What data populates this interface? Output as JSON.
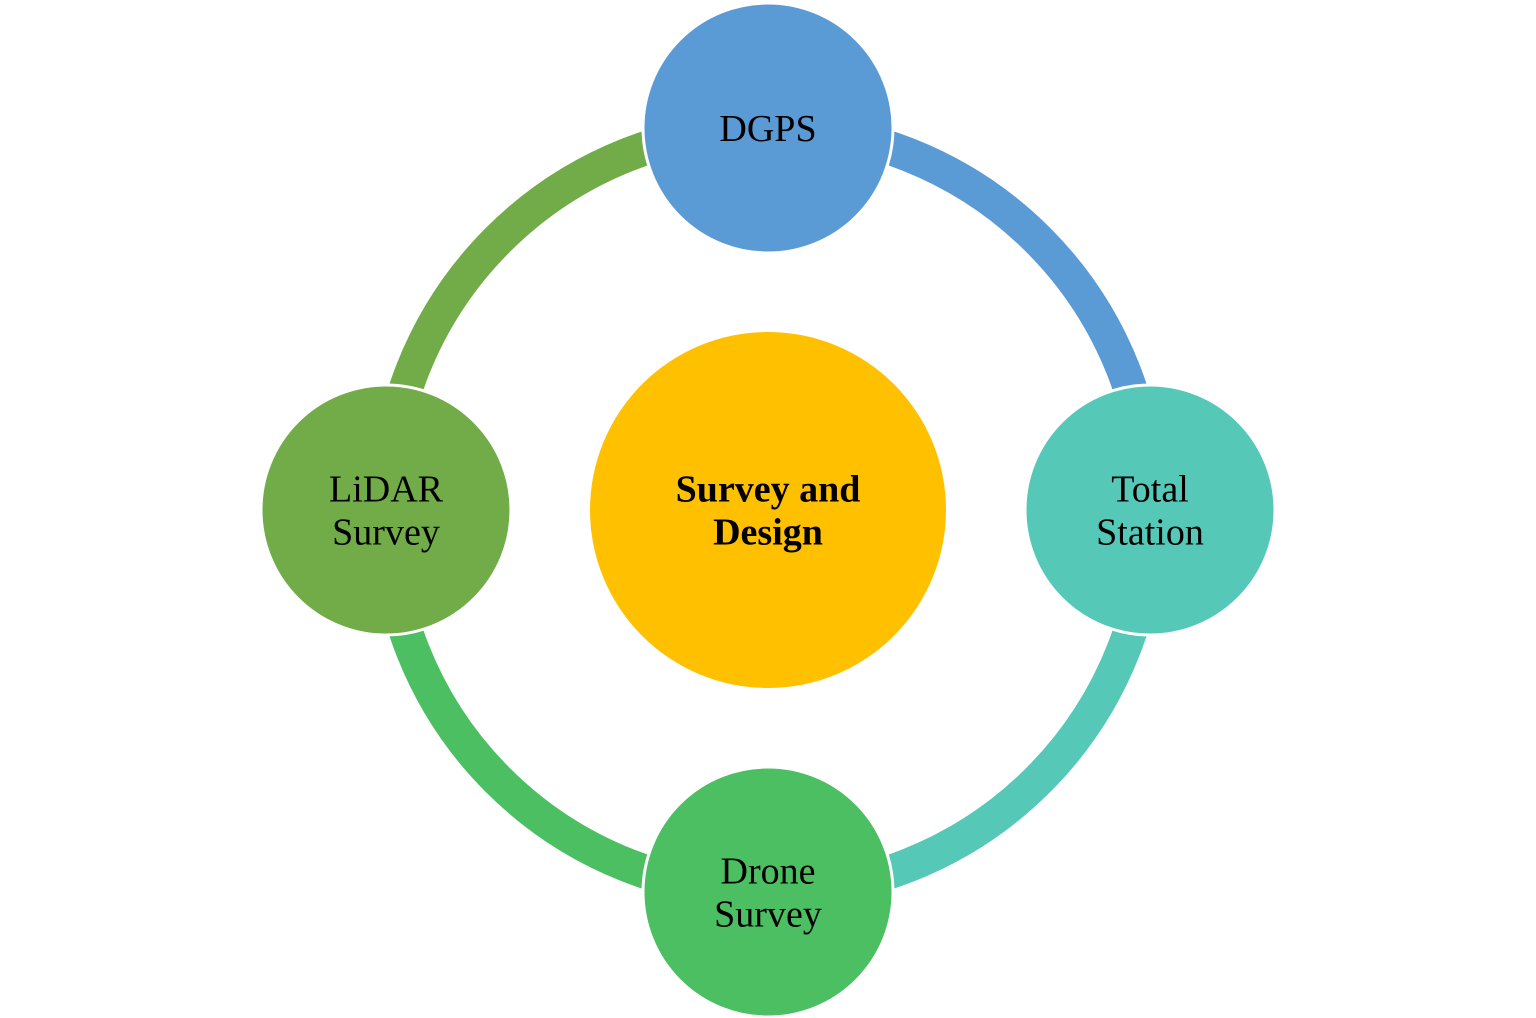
{
  "diagram": {
    "center": {
      "lines": [
        "Survey and",
        "Design"
      ],
      "color": "#FFC000",
      "bold": true
    },
    "nodes": [
      {
        "id": "dgps",
        "lines": [
          "DGPS"
        ],
        "color": "#5B9BD5",
        "arc_color": "#5B9BD5"
      },
      {
        "id": "total-station",
        "lines": [
          "Total",
          "Station"
        ],
        "color": "#55C8B8",
        "arc_color": "#55C8B8"
      },
      {
        "id": "drone-survey",
        "lines": [
          "Drone",
          "Survey"
        ],
        "color": "#4BBF62",
        "arc_color": "#4BBF62"
      },
      {
        "id": "lidar-survey",
        "lines": [
          "LiDAR",
          "Survey"
        ],
        "color": "#72AC48",
        "arc_color": "#72AC48"
      }
    ]
  }
}
